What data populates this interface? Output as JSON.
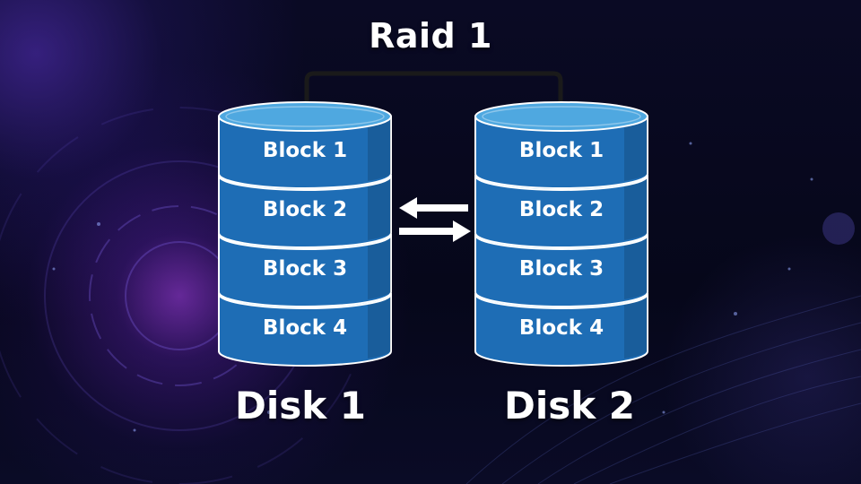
{
  "title": "Raid 1",
  "disks": [
    {
      "label": "Disk 1",
      "blocks": [
        "Block 1",
        "Block 2",
        "Block 3",
        "Block 4"
      ]
    },
    {
      "label": "Disk 2",
      "blocks": [
        "Block 1",
        "Block 2",
        "Block 3",
        "Block 4"
      ]
    }
  ],
  "colors": {
    "cylinder_top": "#4fa8e0",
    "cylinder_side": "#1e6db5",
    "cylinder_rim": "#ffffff",
    "connector": "#1a1a1a",
    "arrows": "#ffffff"
  },
  "icons": {
    "sync": "bidirectional-arrows-icon"
  }
}
